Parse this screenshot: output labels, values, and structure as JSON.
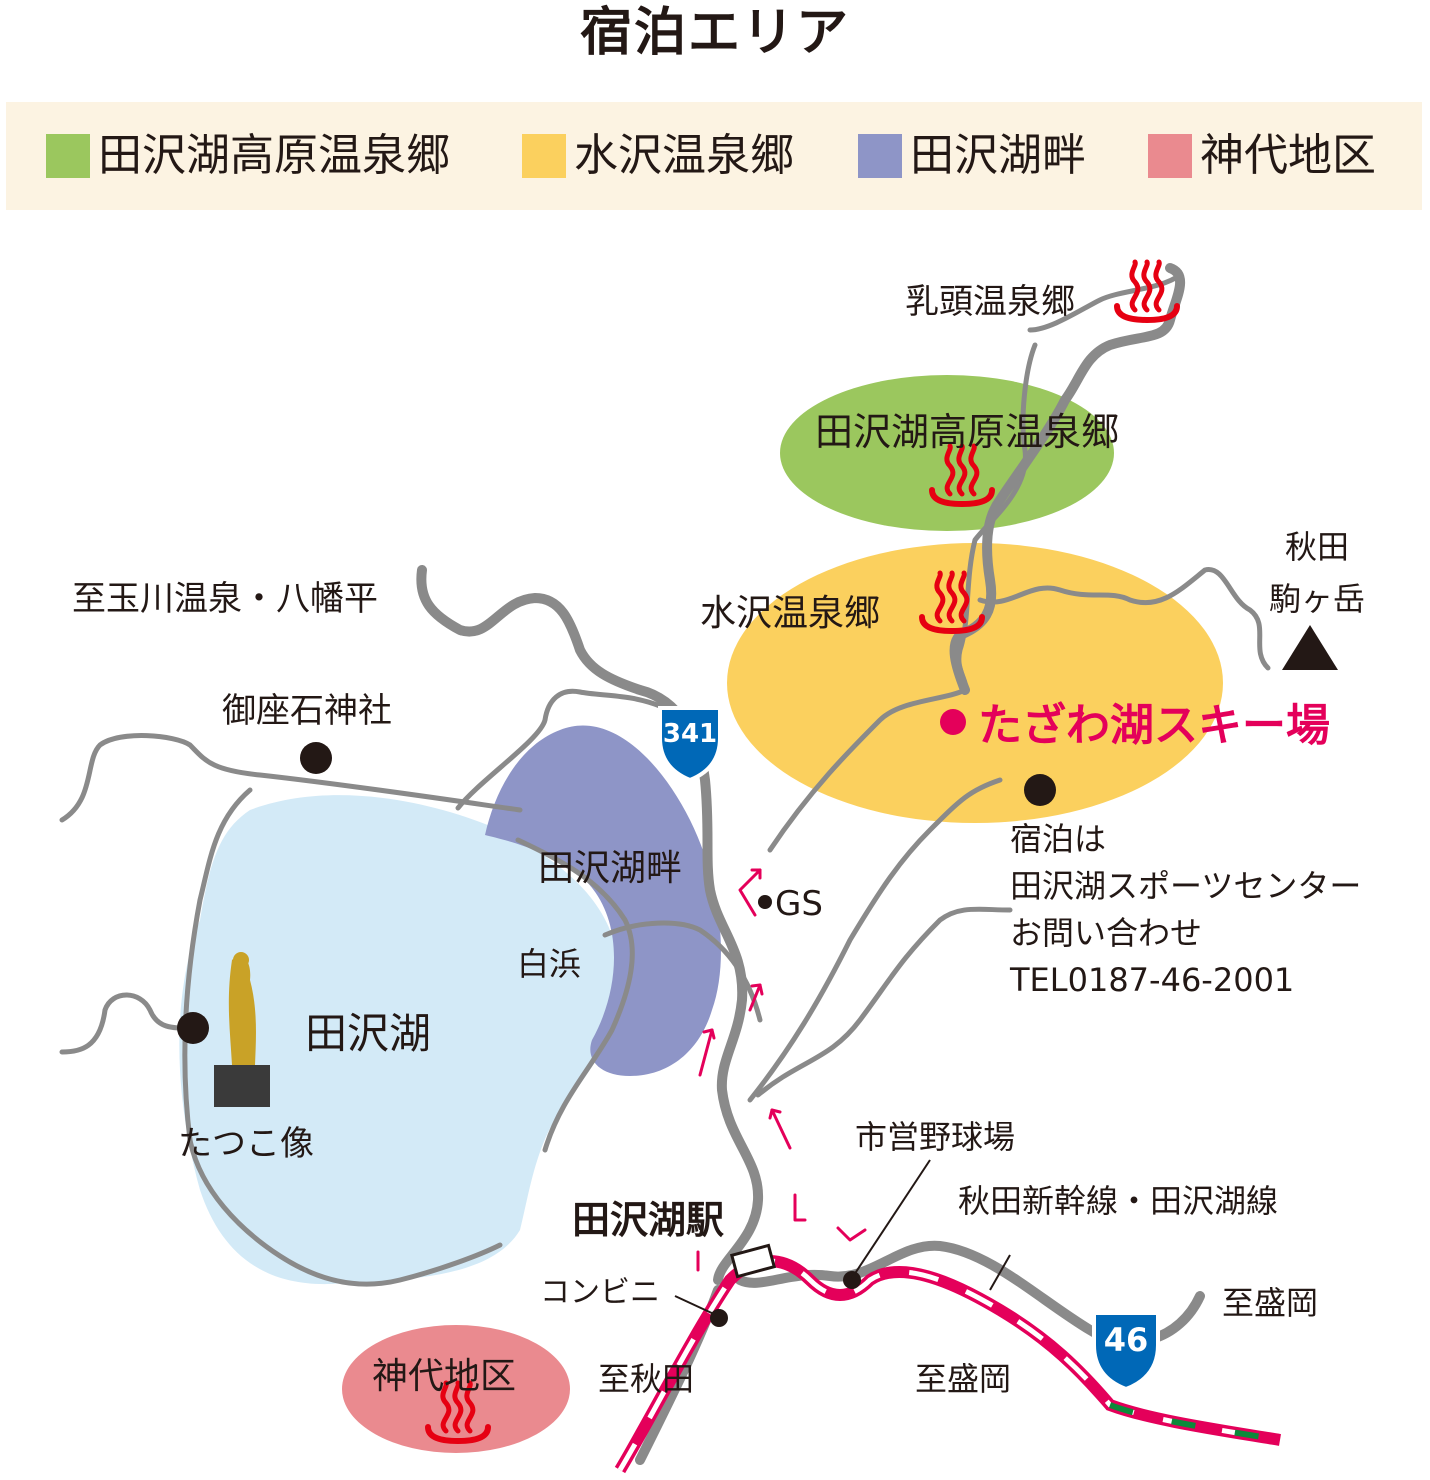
{
  "title": "宿泊エリア",
  "legend": [
    {
      "label": "田沢湖高原温泉郷",
      "color": "#9bc75e"
    },
    {
      "label": "水沢温泉郷",
      "color": "#fbd05e"
    },
    {
      "label": "田沢湖畔",
      "color": "#8e95c7"
    },
    {
      "label": "神代地区",
      "color": "#ea8a8f"
    }
  ],
  "map": {
    "area_labels": {
      "kogen": "田沢湖高原温泉郷",
      "mizusawa": "水沢温泉郷",
      "kohan": "田沢湖畔",
      "jindai": "神代地区",
      "lake": "田沢湖",
      "nyuto": "乳頭温泉郷"
    },
    "places": {
      "tamagawa": "至玉川温泉・八幡平",
      "gozanoishi": "御座石神社",
      "shirahama": "白浜",
      "tatsuko": "たつこ像",
      "gs": "GS",
      "station": "田沢湖駅",
      "konbini": "コンビニ",
      "baseball": "市営野球場",
      "shinkansen": "秋田新幹線・田沢湖線",
      "to_akita": "至秋田",
      "to_morioka_1": "至盛岡",
      "to_morioka_2": "至盛岡",
      "komagatake_1": "秋田",
      "komagatake_2": "駒ヶ岳"
    },
    "ski_resort": "たざわ湖スキー場",
    "stay_note": [
      "宿泊は",
      "田沢湖スポーツセンター",
      "お問い合わせ",
      "TEL0187-46-2001"
    ],
    "route_341": "341",
    "route_46": "46"
  },
  "colors": {
    "lake": "#d3eaf7",
    "road": "#8a8a8a",
    "accent": "#e4005a",
    "onsen_icon": "#e60012",
    "route_shield": "#0068b7",
    "rail_green": "#0c8a3a"
  },
  "icons": [
    "onsen-icon",
    "mountain-icon",
    "route-shield-icon",
    "statue-icon",
    "station-icon"
  ]
}
